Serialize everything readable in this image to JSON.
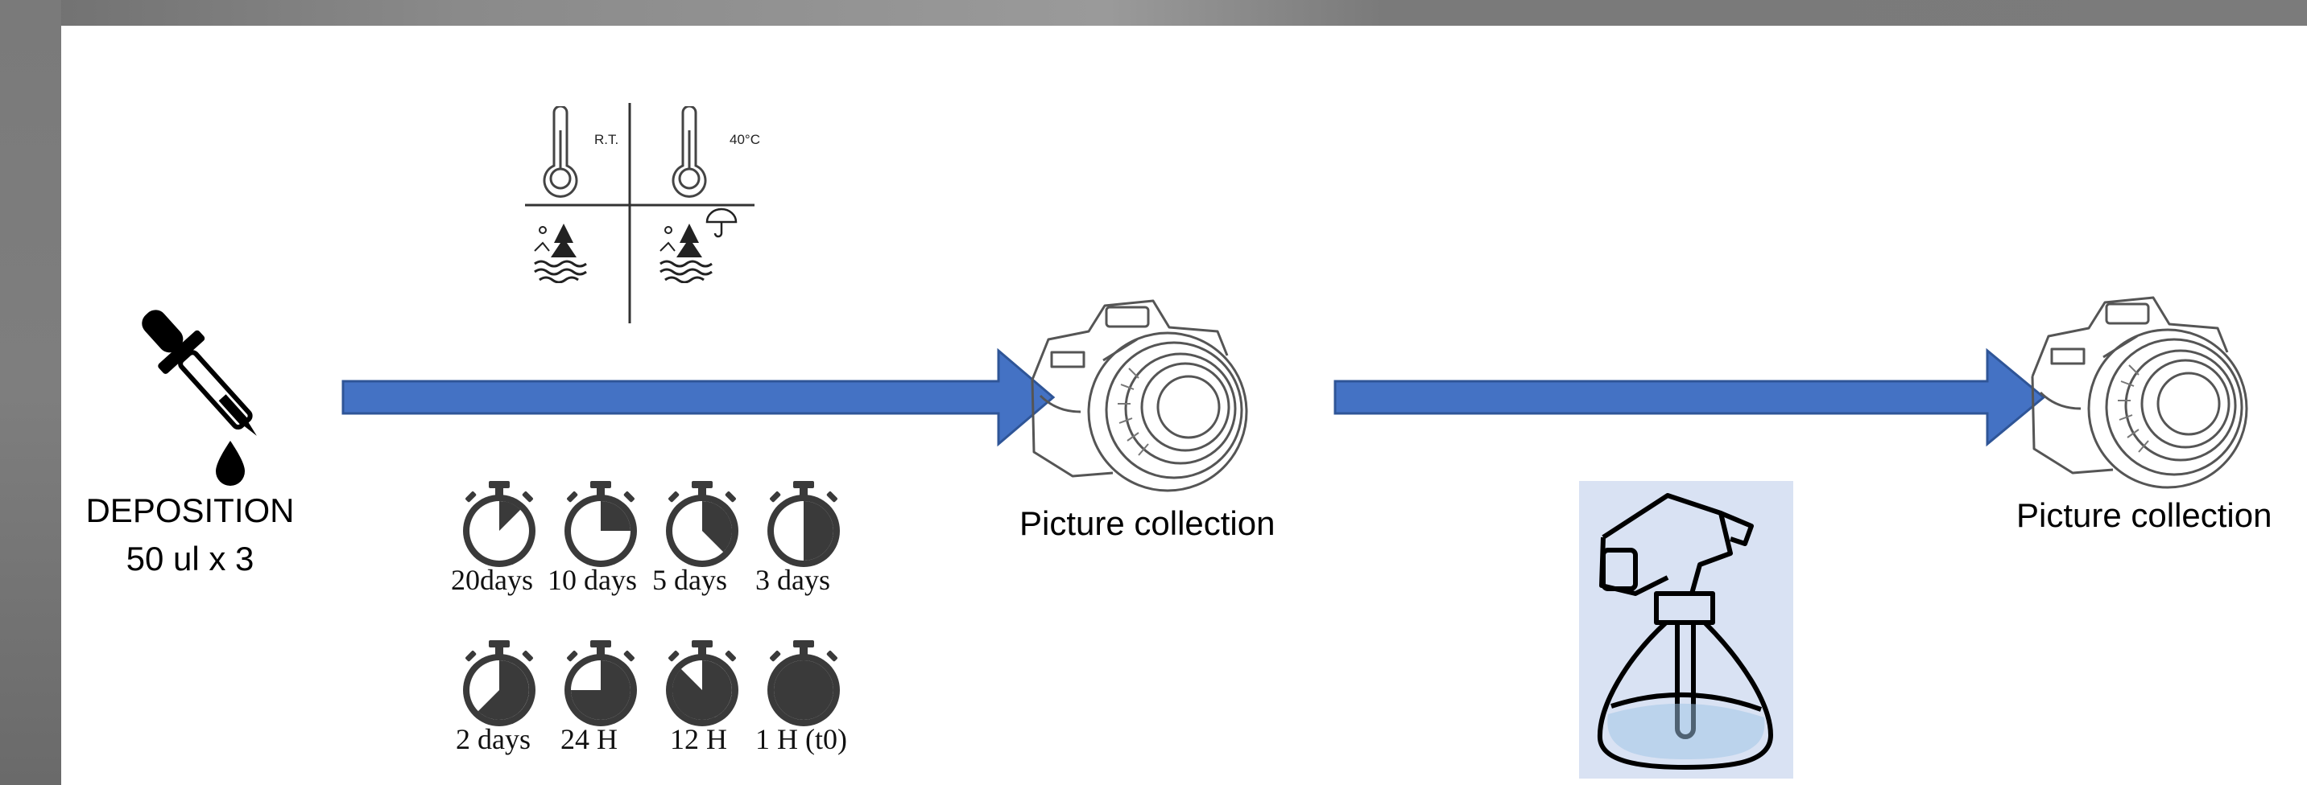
{
  "deposition": {
    "line1": "DEPOSITION",
    "line2": "50 ul x 3"
  },
  "conditions": {
    "room_temp_label": "R.T.",
    "heat_label": "40°C"
  },
  "timers": {
    "row1": [
      "20days",
      "10 days",
      "5 days",
      "3 days"
    ],
    "row2": [
      "2 days",
      "24 H",
      "12 H",
      "1 H (t0)"
    ]
  },
  "picture_collection_1": "Picture collection",
  "picture_collection_2": "Picture collection",
  "colors": {
    "arrow": "#4472c4",
    "arrow_stroke": "#2f5597",
    "spray_background": "#d9e2f3",
    "timer_dark": "#3a3a3a"
  },
  "icons": [
    "dropper-icon",
    "thermometer-icon",
    "landscape-icon",
    "umbrella-icon",
    "stopwatch-icon",
    "camera-icon",
    "spray-bottle-icon"
  ]
}
